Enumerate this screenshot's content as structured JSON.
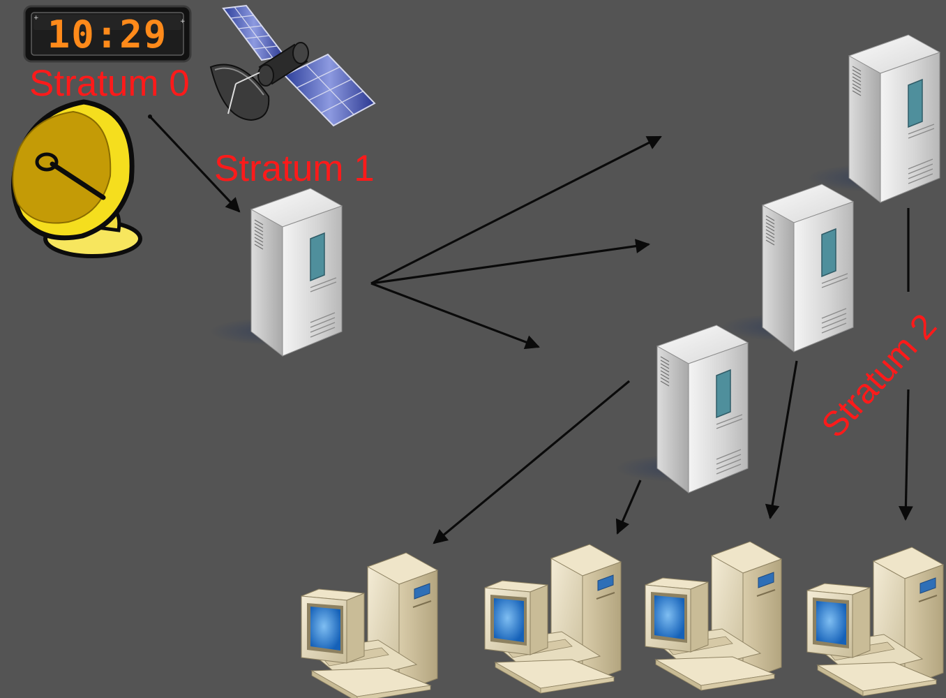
{
  "labels": {
    "stratum0": "Stratum 0",
    "stratum1": "Stratum 1",
    "stratum2": "Stratum 2"
  },
  "clock": {
    "time": "10:29"
  },
  "icons": {
    "clock": "digital-clock-icon",
    "satellite": "satellite-icon",
    "dish": "satellite-dish-icon",
    "server": "server-icon",
    "workstation": "desktop-computer-icon"
  },
  "colors": {
    "background": "#545454",
    "label": "#ff1a1a",
    "arrow": "#0a0a0a",
    "clock_digits": "#ff8a1a"
  }
}
